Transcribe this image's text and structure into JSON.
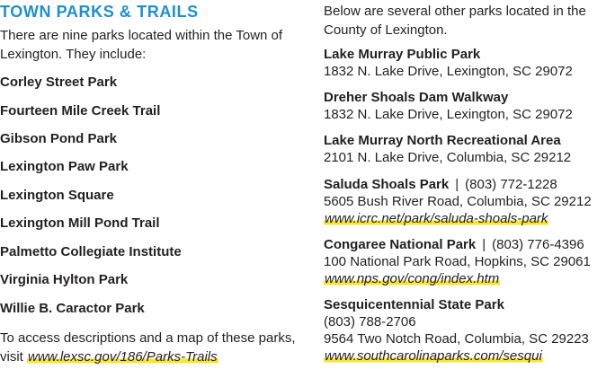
{
  "left": {
    "heading": "TOWN PARKS & TRAILS",
    "intro": "There are nine parks located within the Town of Lexington. They include:",
    "parks": [
      "Corley Street Park",
      "Fourteen Mile Creek Trail",
      "Gibson Pond Park",
      "Lexington Paw Park",
      "Lexington Square",
      "Lexington Mill Pond Trail",
      "Palmetto Collegiate Institute",
      "Virginia Hylton Park",
      "Willie B. Caractor Park"
    ],
    "outro_text": "To access descriptions and a map of these parks, visit ",
    "outro_link": "www.lexsc.gov/186/Parks-Trails"
  },
  "right": {
    "intro": "Below are several other parks located in the County of Lexington.",
    "entries": [
      {
        "name": "Lake Murray Public Park",
        "address": "1832 N. Lake Drive, Lexington, SC 29072"
      },
      {
        "name": "Dreher Shoals Dam Walkway",
        "address": "1832 N. Lake Drive, Lexington, SC 29072"
      },
      {
        "name": "Lake Murray North Recreational Area",
        "address": "2101 N. Lake Drive, Columbia, SC 29212"
      },
      {
        "name": "Saluda Shoals Park",
        "separator": "|",
        "phone": "(803) 772-1228",
        "address": "5605 Bush River Road, Columbia, SC 29212",
        "link": "www.icrc.net/park/saluda-shoals-park"
      },
      {
        "name": "Congaree National Park",
        "separator": "|",
        "phone": "(803) 776-4396",
        "address": "100 National Park Road, Hopkins, SC 29061",
        "link": "www.nps.gov/cong/index.htm"
      },
      {
        "name": "Sesquicentennial State Park",
        "phone": "(803) 788-2706",
        "address": "9564 Two Notch Road, Columbia, SC 29223",
        "link": "www.southcarolinaparks.com/sesqui"
      }
    ]
  }
}
